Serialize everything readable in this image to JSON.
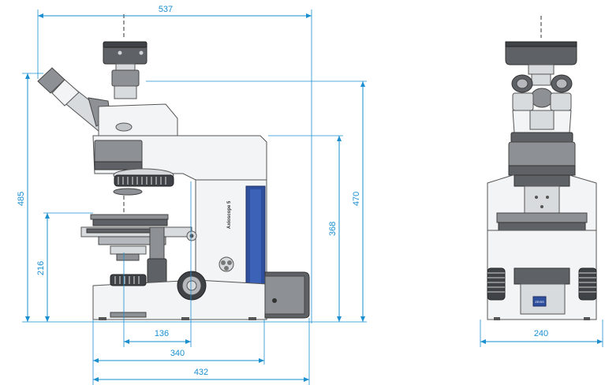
{
  "dimensions": {
    "overall_width": "537",
    "overall_height": "485",
    "stage_height": "216",
    "body_height": "470",
    "arm_height": "368",
    "stage_offset": "136",
    "base_to_column": "340",
    "base_depth": "432",
    "front_width": "240"
  },
  "brand": {
    "model_label": "Axioscope 5",
    "logo_text": "ZEISS"
  },
  "colors": {
    "dimension_blue": "#1b8fd0",
    "accent_panel_blue": "#2e4f9e"
  }
}
